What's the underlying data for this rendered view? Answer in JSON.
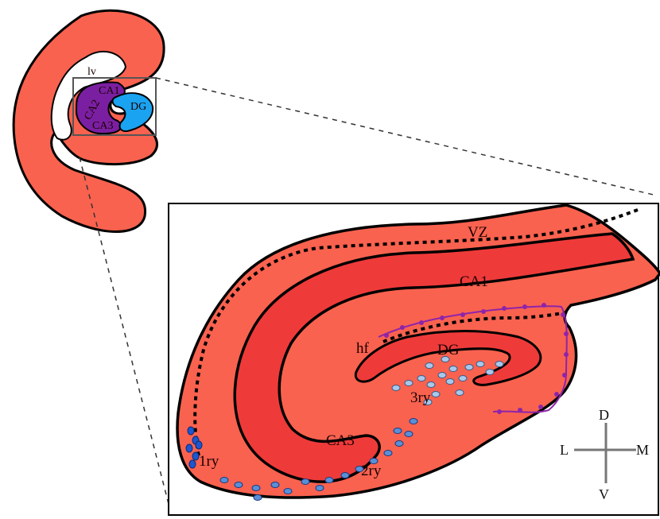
{
  "colors": {
    "tissue": "#f9624f",
    "cell_layer": "#ef3a3a",
    "ca_region": "#7b1fa2",
    "dg_region": "#1aa3f0",
    "outline": "#000000",
    "radial_glia": "#8e24aa",
    "migrating_cells": "#5a8fd6",
    "primary_matrix": "#1e56d0",
    "third_matrix": "#a9c8ea",
    "compass": "#777777"
  },
  "overview": {
    "lv": "lv",
    "ca1": "CA1",
    "ca2": "CA2",
    "ca3": "CA3",
    "dg": "DG"
  },
  "detail": {
    "vz": "VZ",
    "ca1": "CA1",
    "dg": "DG",
    "hf": "hf",
    "ca3": "CA3",
    "ry1": "1ry",
    "ry2": "2ry",
    "ry3": "3ry"
  },
  "compass": {
    "dorsal": "D",
    "ventral": "V",
    "lateral": "L",
    "medial": "M"
  }
}
